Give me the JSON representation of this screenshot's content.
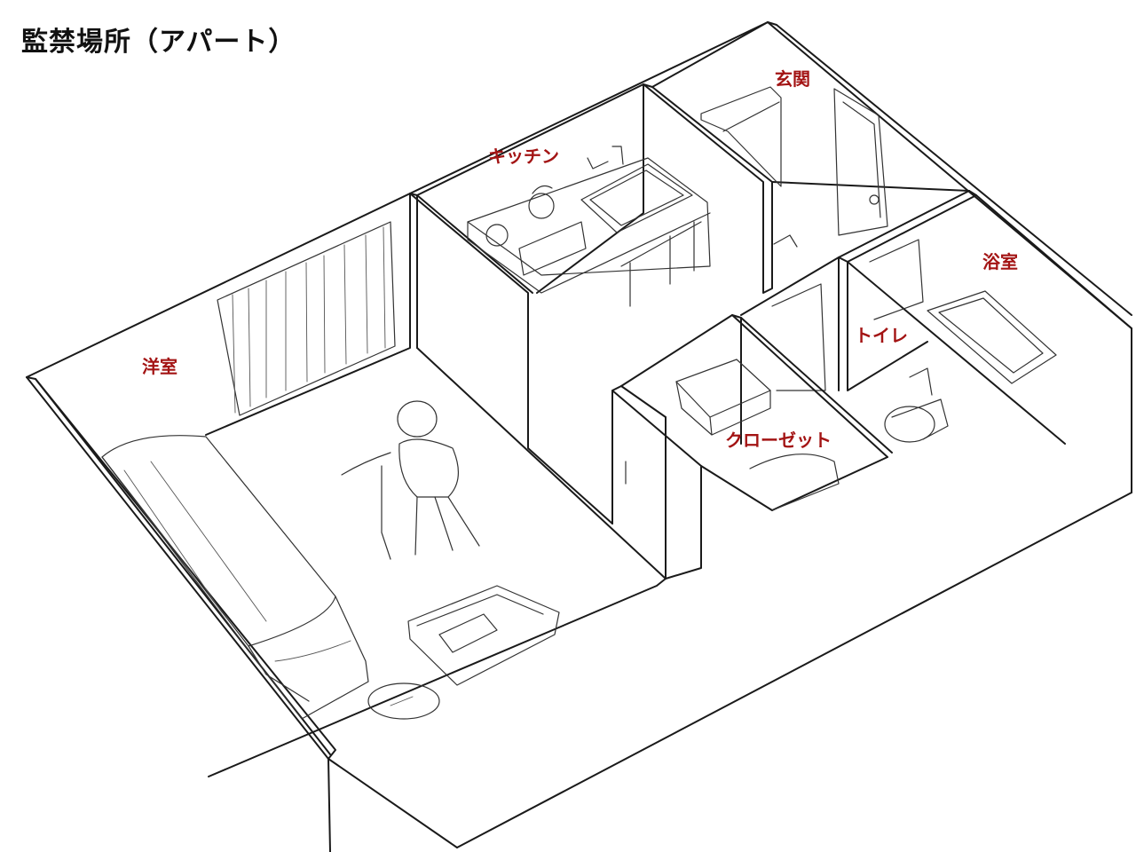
{
  "title": "監禁場所（アパート）",
  "rooms": {
    "western_room": "洋室",
    "kitchen": "キッチン",
    "entrance": "玄関",
    "bathroom": "浴室",
    "toilet": "トイレ",
    "closet": "クローゼット"
  },
  "colors": {
    "label": "#a31414",
    "title": "#111111",
    "line": "#1a1a1a",
    "background": "#ffffff"
  }
}
